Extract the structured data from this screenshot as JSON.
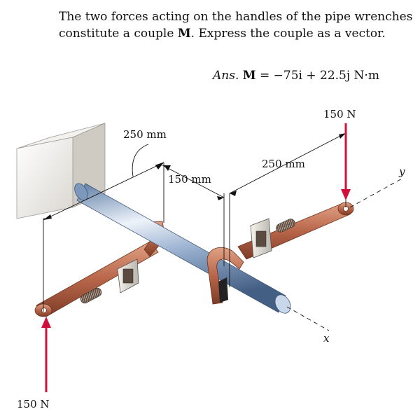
{
  "problem": {
    "text_before": "The two forces acting on the handles of the pipe wrenches constitute a couple ",
    "symbol": "M",
    "text_after": ". Express the couple as a vector."
  },
  "answer": {
    "label": "Ans.",
    "lhs": "M",
    "equals": " = ",
    "value": "−75i + 22.5j N·m"
  },
  "figure": {
    "force_top": "150 N",
    "force_bottom": "150 N",
    "dim_left": "250 mm",
    "dim_middle": "150 mm",
    "dim_right": "250 mm",
    "axis_y": "y",
    "axis_x": "x",
    "colors": {
      "force_arrow": "#d0103a",
      "wrench": "#b8664a",
      "pipe": "#8aa6c8",
      "block": "#e8e5df"
    }
  }
}
